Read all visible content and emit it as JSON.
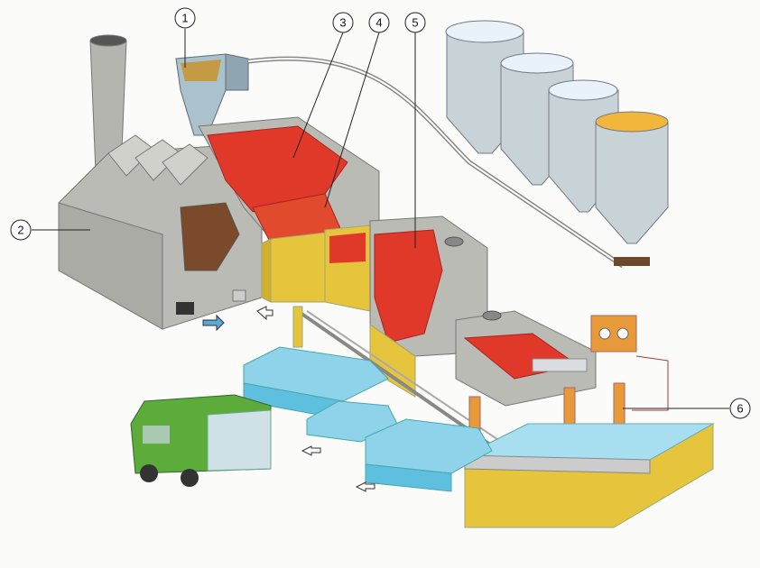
{
  "diagram": {
    "callouts": [
      {
        "label": "1"
      },
      {
        "label": "2"
      },
      {
        "label": "3"
      },
      {
        "label": "4"
      },
      {
        "label": "5"
      },
      {
        "label": "6"
      }
    ],
    "colors": {
      "molten": "#e0392a",
      "furnace": "#b9bbb4",
      "block": "#e6c43c",
      "glass": "#8fd3ea",
      "silo": "#c8d3d8",
      "van": "#5dab3a"
    }
  }
}
